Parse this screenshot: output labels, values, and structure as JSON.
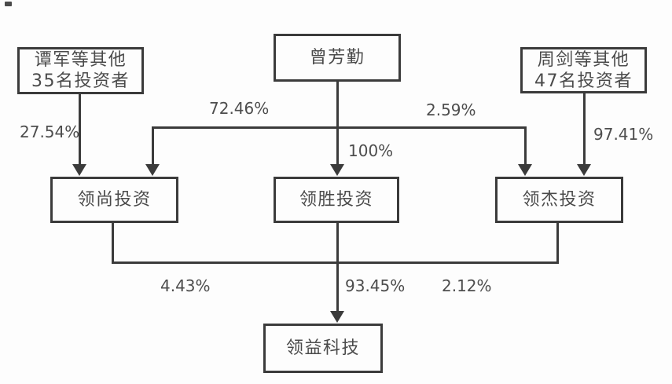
{
  "diagram": {
    "type": "ownership-structure-flowchart",
    "colors": {
      "background": "#fdfdfd",
      "line": "#3b3b3b",
      "node_text": "#4a4a4a",
      "label_text": "#4d4d4d"
    },
    "nodes": {
      "tanjun": {
        "line1": "谭军等其他",
        "line2": "35名投资者"
      },
      "zeng": {
        "label": "曾芳勤"
      },
      "zhoujian": {
        "line1": "周剑等其他",
        "line2": "47名投资者"
      },
      "lingshang": {
        "label": "领尚投资"
      },
      "lingsheng": {
        "label": "领胜投资"
      },
      "lingjie": {
        "label": "领杰投资"
      },
      "lingyi": {
        "label": "领益科技"
      }
    },
    "edges": [
      {
        "from": "谭军等其他35名投资者",
        "to": "领尚投资",
        "label": "27.54%"
      },
      {
        "from": "曾芳勤",
        "to": "领尚投资",
        "label": "72.46%"
      },
      {
        "from": "曾芳勤",
        "to": "领胜投资",
        "label": "100%"
      },
      {
        "from": "曾芳勤",
        "to": "领杰投资",
        "label": "2.59%"
      },
      {
        "from": "周剑等其他47名投资者",
        "to": "领杰投资",
        "label": "97.41%"
      },
      {
        "from": "领尚投资",
        "to": "领益科技",
        "label": "4.43%"
      },
      {
        "from": "领胜投资",
        "to": "领益科技",
        "label": "93.45%"
      },
      {
        "from": "领杰投资",
        "to": "领益科技",
        "label": "2.12%"
      }
    ]
  }
}
